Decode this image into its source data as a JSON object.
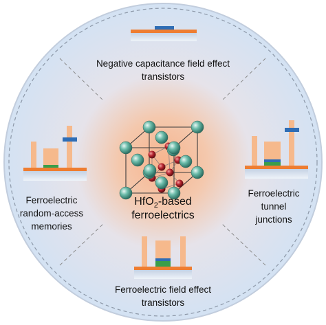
{
  "center": {
    "line1_main": "HfO",
    "line1_sub": "2",
    "line1_rest": "-based",
    "line2": "ferroelectrics"
  },
  "quadrants": {
    "top": {
      "line1": "Negative capacitance field effect",
      "line2": "transistors"
    },
    "left": {
      "line1": "Ferroelectric",
      "line2": "random-access",
      "line3": "memories"
    },
    "right": {
      "line1": "Ferroelectric",
      "line2": "tunnel",
      "line3": "junctions"
    },
    "bottom": {
      "line1": "Ferroelectric field effect",
      "line2": "transistors"
    }
  },
  "colors": {
    "outer_ring": "#b9c7dd",
    "background": "#d9e6f4",
    "center_glow": "#f7b48e",
    "device_orange": "#ee7d31",
    "device_peach": "#f6b98c",
    "device_blue": "#2f6db5",
    "device_green": "#3a9e4a",
    "atom_green": "#59ad9c",
    "atom_red": "#b4232d"
  },
  "icons": {
    "center": "crystal-lattice-icon",
    "top": "ncfet-device-icon",
    "left": "feram-device-icon",
    "right": "ftj-device-icon",
    "bottom": "fefet-device-icon"
  }
}
